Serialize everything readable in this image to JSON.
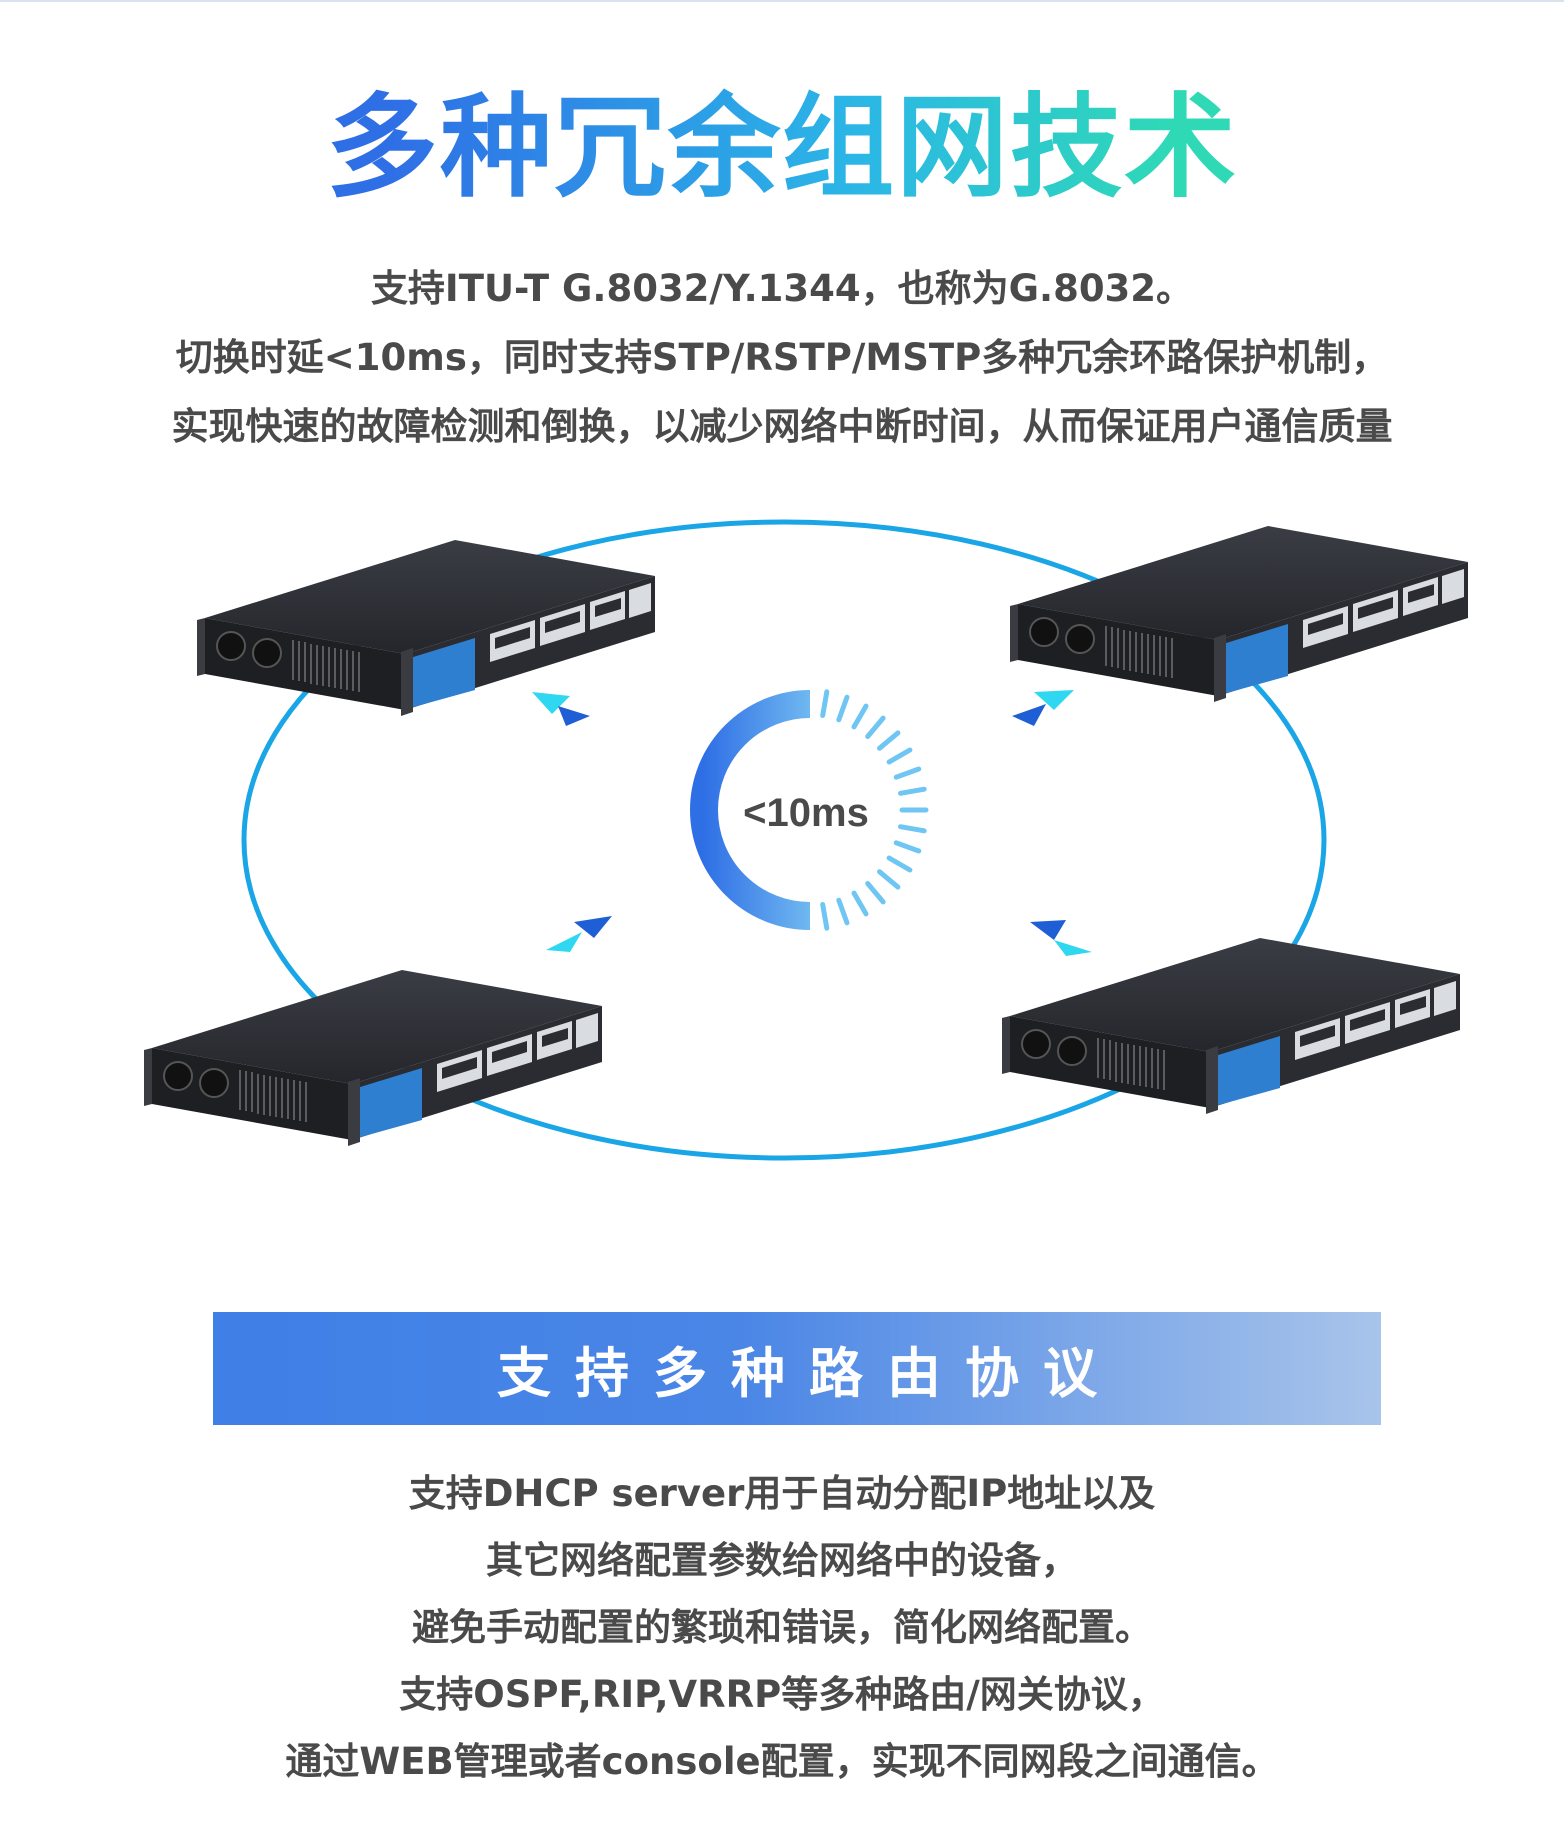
{
  "main_title": "多种冗余组网技术",
  "intro_lines": [
    "支持ITU-T G.8032/Y.1344，也称为G.8032。",
    "切换时延<10ms，同时支持STP/RSTP/MSTP多种冗余环路保护机制，",
    "实现快速的故障检测和倒换，以减少网络中断时间，从而保证用户通信质量"
  ],
  "latency_label": "<10ms",
  "banner_title": "支持多种路由协议",
  "desc_lines": [
    "支持DHCP server用于自动分配IP地址以及",
    "其它网络配置参数给网络中的设备，",
    "避免手动配置的繁琐和错误，简化网络配置。",
    "支持OSPF,RIP,VRRP等多种路由/网关协议，",
    "通过WEB管理或者console配置，实现不同网段之间通信。"
  ],
  "colors": {
    "ring": "#1aa6e6",
    "arrow_dark": "#1f5fd6",
    "arrow_light": "#2fd8f0",
    "text": "#4a4a4a",
    "banner_start": "#3f7fe6",
    "banner_end": "#a8c4ea"
  }
}
